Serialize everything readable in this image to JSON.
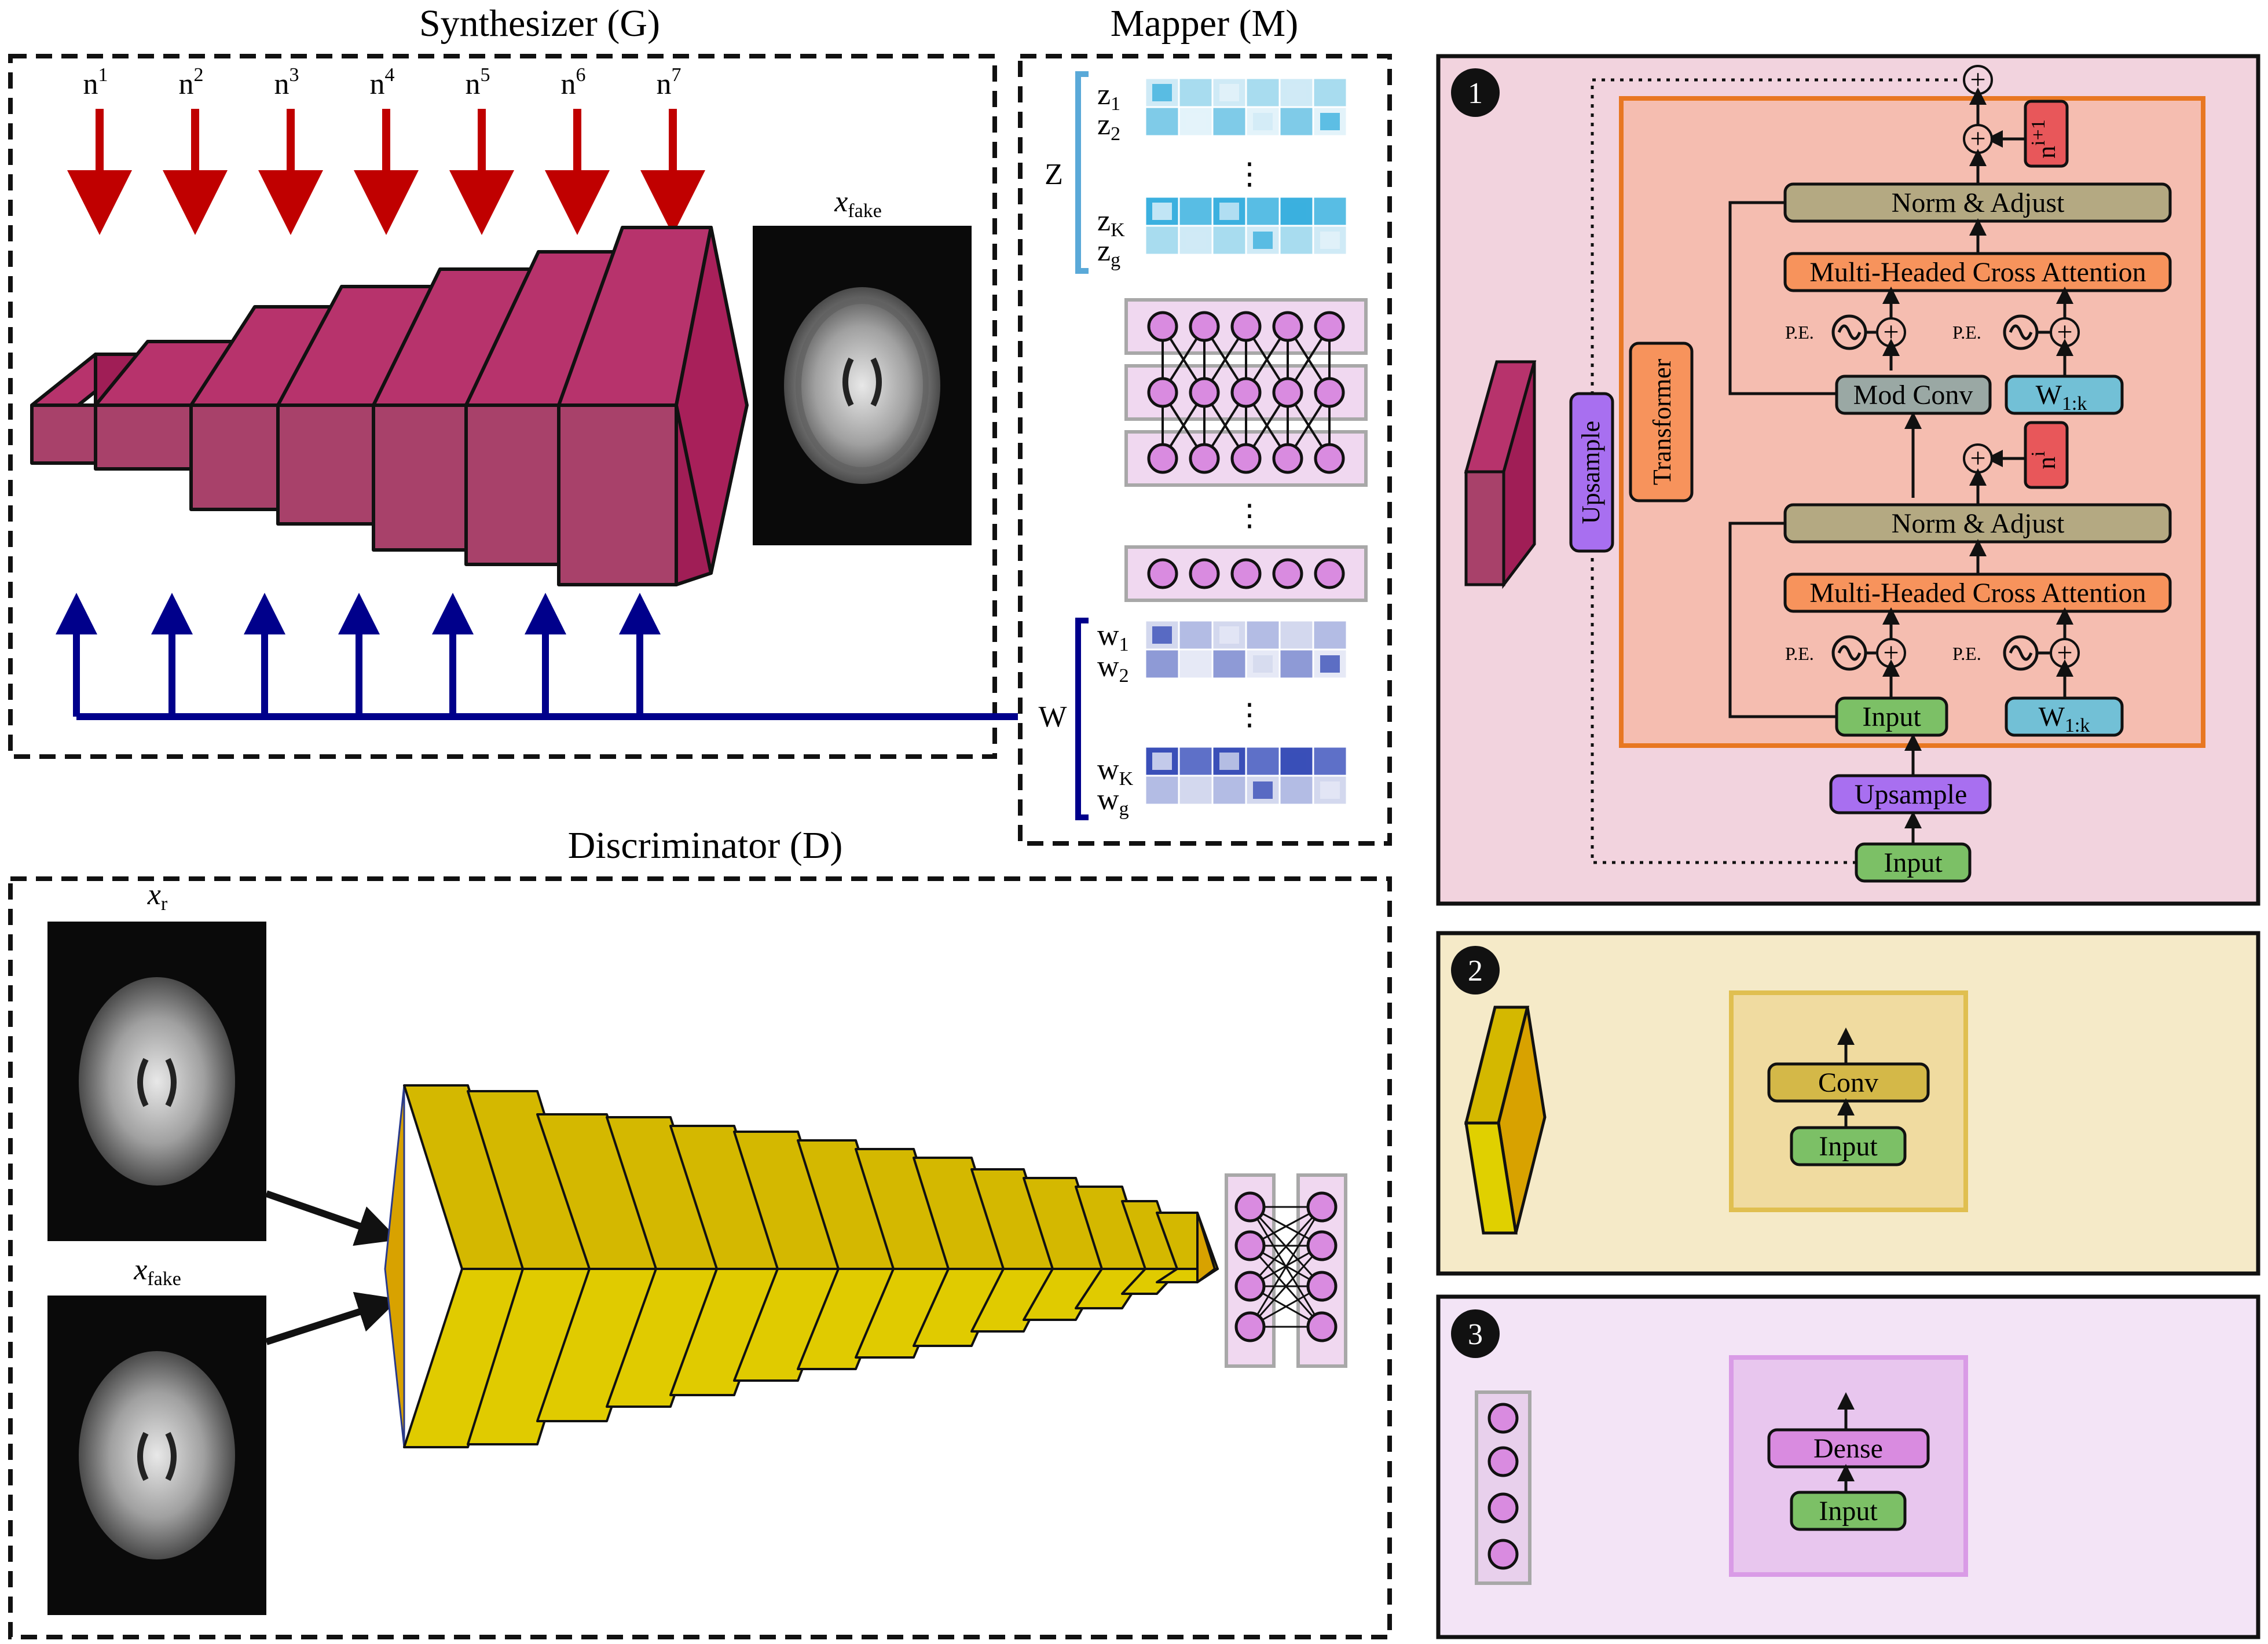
{
  "synthesizer": {
    "title": "Synthesizer (G)",
    "noise_labels": [
      {
        "base": "n",
        "sup": "1"
      },
      {
        "base": "n",
        "sup": "2"
      },
      {
        "base": "n",
        "sup": "3"
      },
      {
        "base": "n",
        "sup": "4"
      },
      {
        "base": "n",
        "sup": "5"
      },
      {
        "base": "n",
        "sup": "6"
      },
      {
        "base": "n",
        "sup": "7"
      }
    ],
    "xfake_label": {
      "base": "x",
      "sub": "fake"
    }
  },
  "mapper": {
    "title": "Mapper (M)",
    "z_label": "Z",
    "w_label": "W",
    "z_rows": [
      {
        "base": "z",
        "sub": "1"
      },
      {
        "base": "z",
        "sub": "2"
      },
      {
        "base": "z",
        "sub": "K"
      },
      {
        "base": "z",
        "sub": "g"
      }
    ],
    "w_rows": [
      {
        "base": "w",
        "sub": "1"
      },
      {
        "base": "w",
        "sub": "2"
      },
      {
        "base": "w",
        "sub": "K"
      },
      {
        "base": "w",
        "sub": "g"
      }
    ],
    "ellipsis": "⋮"
  },
  "discriminator": {
    "title": "Discriminator (D)",
    "xr_label": {
      "base": "x",
      "sub": "r"
    },
    "xfake_label": {
      "base": "x",
      "sub": "fake"
    }
  },
  "panel1": {
    "number": "1",
    "transformer_label": "Transformer",
    "upsample_side_label": "Upsample",
    "norm_adjust_top": "Norm & Adjust",
    "mhca_top": "Multi-Headed Cross Attention",
    "mod_conv": "Mod Conv",
    "w_top": {
      "base": "W",
      "sub": "1:k"
    },
    "noise_top": {
      "base": "n",
      "sup": "i+1"
    },
    "noise_mid": {
      "base": "n",
      "sup": "i"
    },
    "norm_adjust_bottom": "Norm & Adjust",
    "mhca_bottom": "Multi-Headed Cross Attention",
    "input_inner": "Input",
    "w_bottom": {
      "base": "W",
      "sub": "1:k"
    },
    "upsample_block": "Upsample",
    "input_bottom": "Input",
    "pe_labels": [
      "P.E.",
      "P.E.",
      "P.E.",
      "P.E."
    ]
  },
  "panel2": {
    "number": "2",
    "conv": "Conv",
    "input": "Input"
  },
  "panel3": {
    "number": "3",
    "dense": "Dense",
    "input": "Input"
  },
  "colors": {
    "synth_block": "#a8205a",
    "disc_block": "#e0c800",
    "noise_arrow": "#c00000",
    "style_arrow": "#00008b",
    "panel1_bg": "#f2d3de",
    "panel2_bg": "#f5eac8",
    "panel3_bg": "#f3e4f6",
    "transformer_bg": "#f5bdb0",
    "transformer_border": "#e87722",
    "neuron": "#d98be0"
  }
}
